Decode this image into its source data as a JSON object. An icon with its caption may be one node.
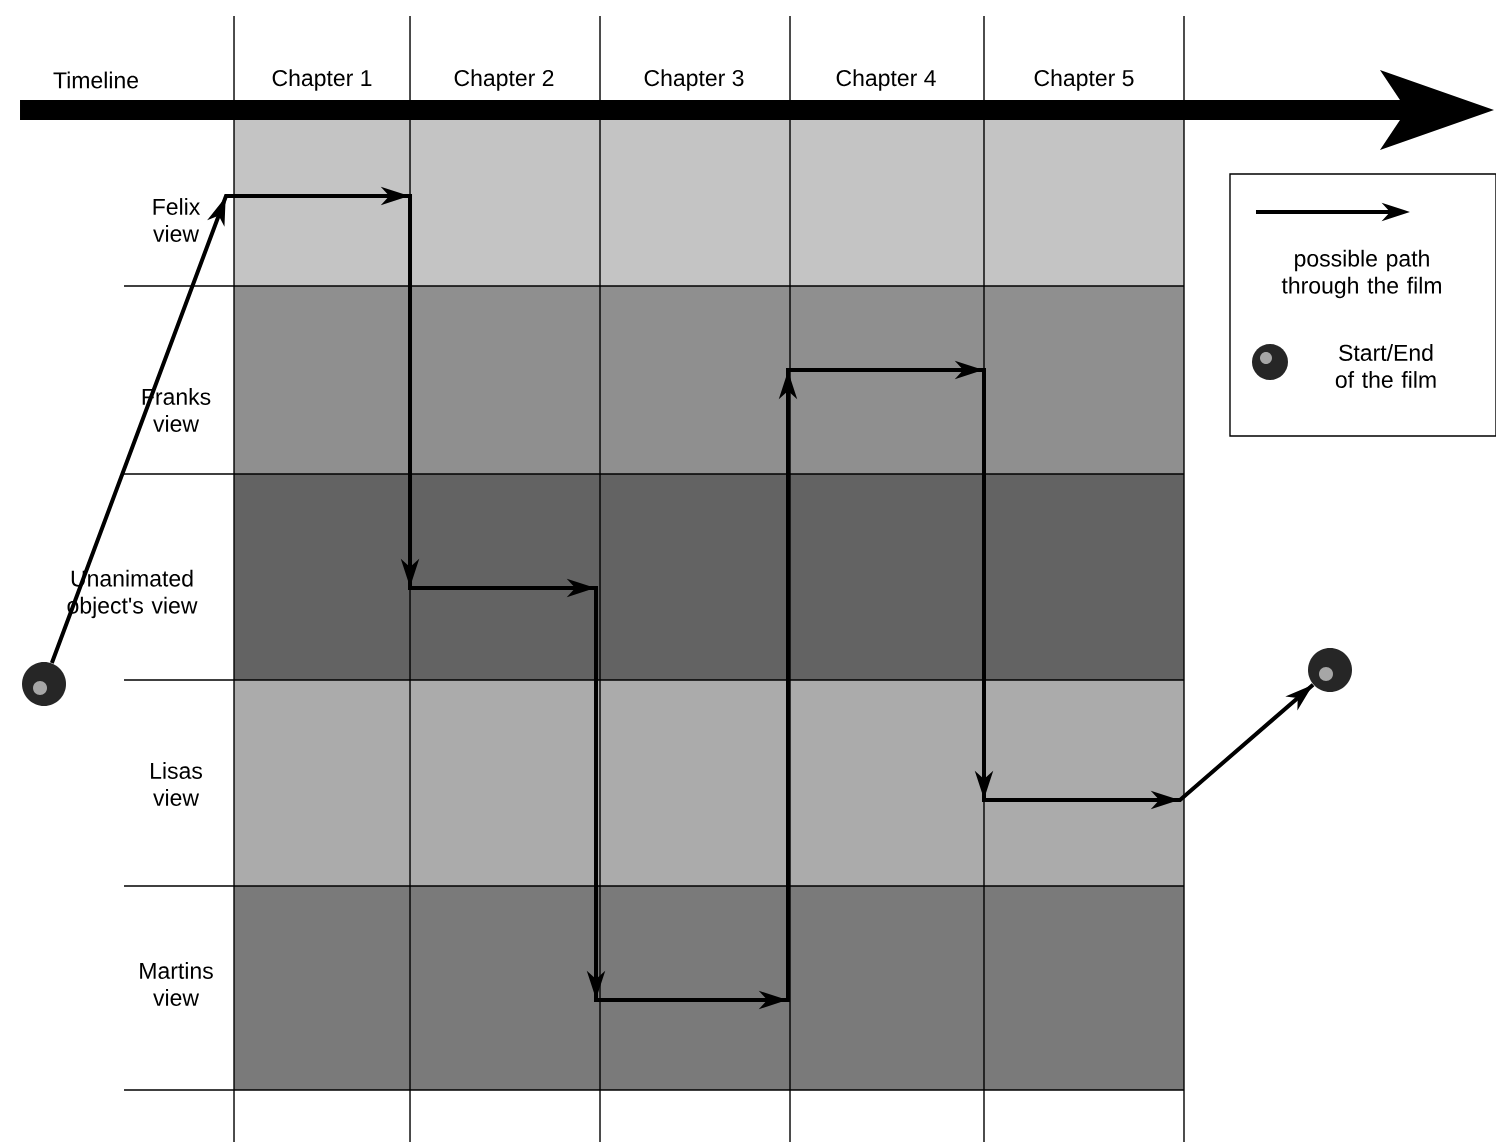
{
  "diagram": {
    "nodes": [
      {
        "text": [],
        "shape": "circle"
      },
      {
        "text": [],
        "shape": "circle"
      }
    ],
    "edges": [
      {
        "from": 0,
        "to": 1,
        "arrow": "to"
      }
    ],
    "labels": [
      "Timeline",
      "Chapter 1",
      "Chapter 2",
      "Chapter 3",
      "Chapter 4",
      "Chapter 5",
      "Felix view",
      "Franks view",
      "Unanimated object's view",
      "Lisas view",
      "Martins view"
    ],
    "legend": [
      {
        "text": "possible path through the film"
      },
      {
        "text": "Start/End of the film"
      }
    ]
  }
}
